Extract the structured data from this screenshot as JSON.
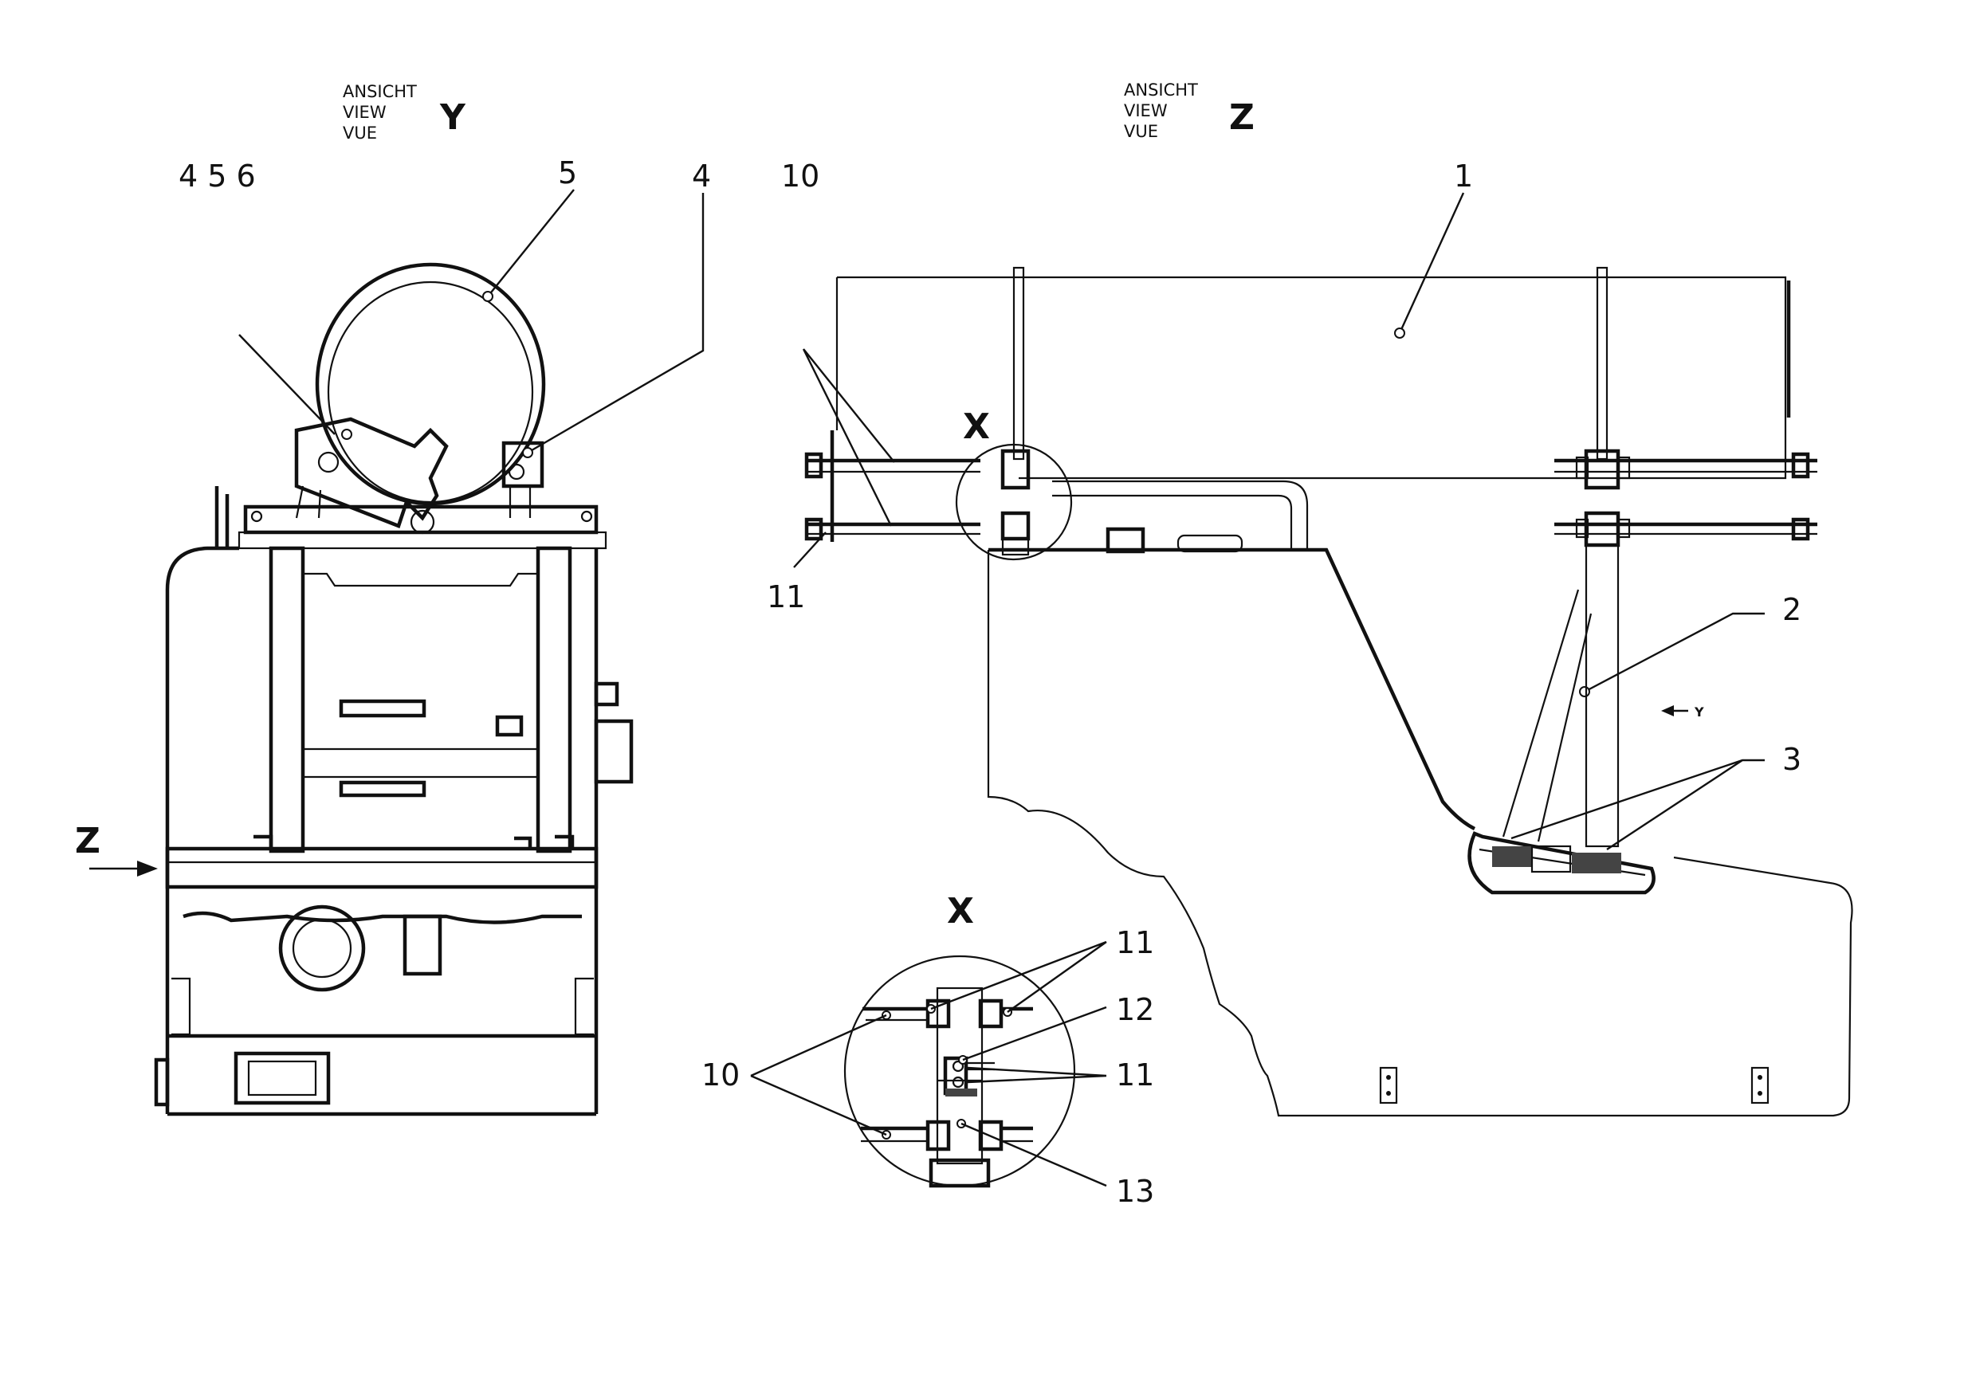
{
  "view_y": {
    "lines": [
      "ANSICHT",
      "VIEW",
      "VUE"
    ],
    "letter": "Y"
  },
  "view_z": {
    "lines": [
      "ANSICHT",
      "VIEW",
      "VUE"
    ],
    "letter": "Z"
  },
  "detail_label_main": "X",
  "detail_label_inset": "X",
  "arrow_z_label": "Z",
  "arrow_y_label": "Y",
  "callouts": {
    "c456": "4 5 6",
    "c5": "5",
    "c4": "4",
    "c10_main": "10",
    "c11_main": "11",
    "c1": "1",
    "c2": "2",
    "c3": "3",
    "c11_inset_top": "11",
    "c12": "12",
    "c11_inset_mid": "11",
    "c10_inset": "10",
    "c13": "13"
  }
}
